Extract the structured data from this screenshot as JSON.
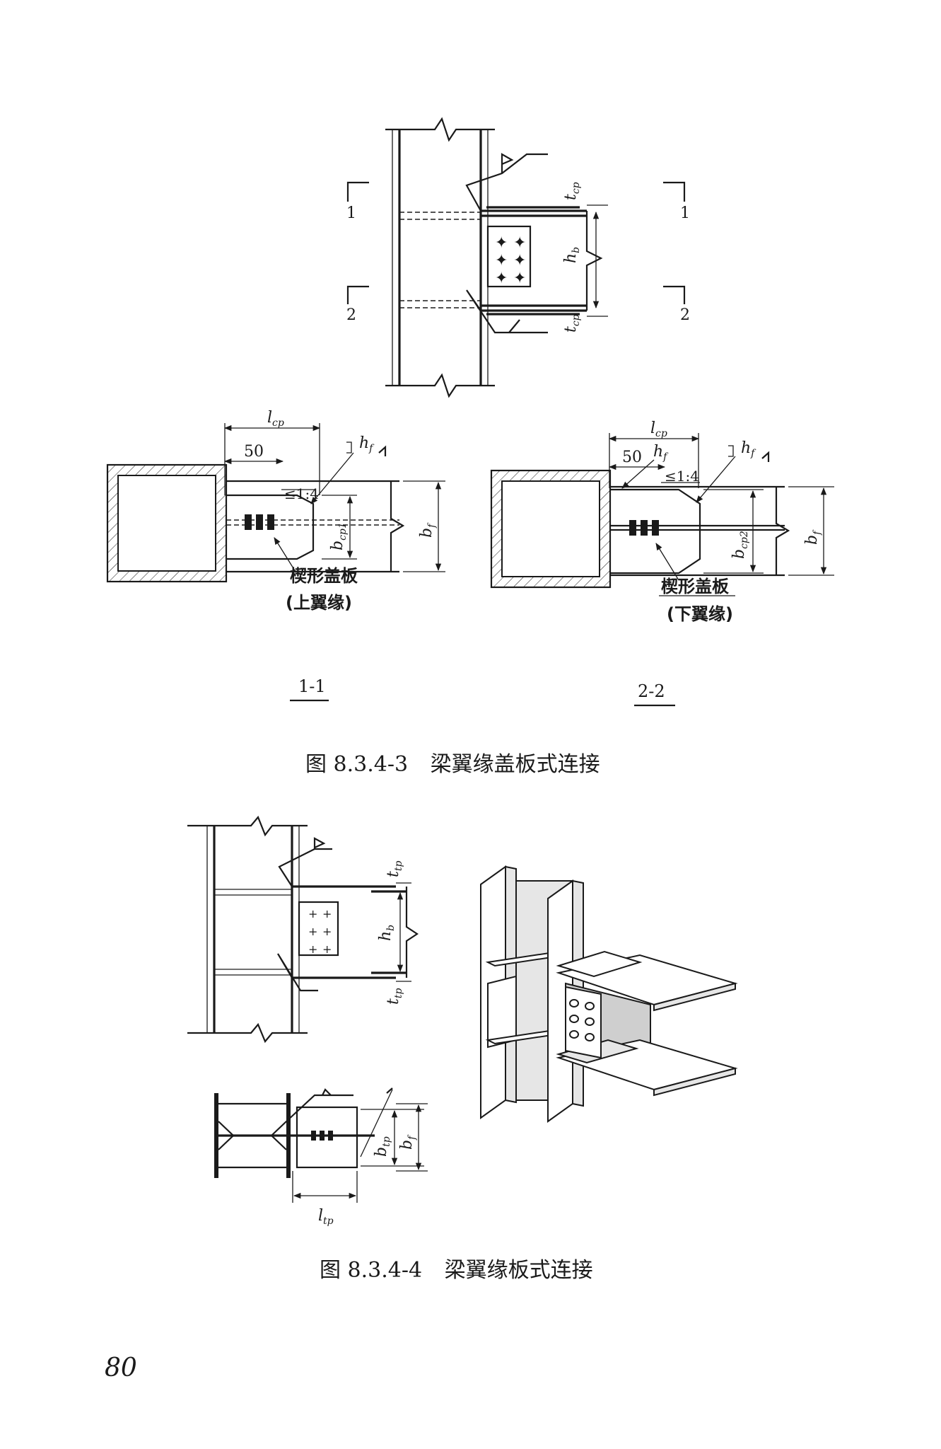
{
  "page": {
    "number": "80"
  },
  "figure_1": {
    "caption_number": "图 8.3.4-3",
    "caption_title": "梁翼缘盖板式连接",
    "elevation": {
      "labels": {
        "t_cp_top": "t",
        "t_cp_top_sub": "cp",
        "h_b": "h",
        "h_b_sub": "b",
        "t_cp_bottom": "t",
        "t_cp_bottom_sub": "cp"
      },
      "section_marks": {
        "s1_left": "1",
        "s1_right": "1",
        "s2_left": "2",
        "s2_right": "2"
      }
    },
    "section_1_1": {
      "title": "1-1",
      "labels": {
        "l_cp": "l",
        "l_cp_sub": "cp",
        "dim_50": "50",
        "h_f": "h",
        "h_f_sub": "f",
        "slope": "≤1:4",
        "b_cp1": "b",
        "b_cp1_sub": "cp1",
        "b_f": "b",
        "b_f_sub": "f",
        "plate_name": "楔形盖板",
        "plate_position": "(上翼缘)"
      }
    },
    "section_2_2": {
      "title": "2-2",
      "labels": {
        "l_cp": "l",
        "l_cp_sub": "cp",
        "dim_50": "50",
        "h_f": "h",
        "h_f_sub": "f",
        "h_f_2": "h",
        "h_f_2_sub": "f",
        "slope": "≤1:4",
        "b_cp2": "b",
        "b_cp2_sub": "cp2",
        "b_f": "b",
        "b_f_sub": "f",
        "plate_name": "楔形盖板",
        "plate_position": "(下翼缘)"
      }
    }
  },
  "figure_2": {
    "caption_number": "图 8.3.4-4",
    "caption_title": "梁翼缘板式连接",
    "elevation": {
      "labels": {
        "t_tp_top": "t",
        "t_tp_top_sub": "tp",
        "h_b": "h",
        "h_b_sub": "b",
        "t_tp_bottom": "t",
        "t_tp_bottom_sub": "tp"
      }
    },
    "plan": {
      "labels": {
        "b_tp": "b",
        "b_tp_sub": "tp",
        "b_f": "b",
        "b_f_sub": "f",
        "l_tp": "l",
        "l_tp_sub": "tp"
      }
    }
  }
}
